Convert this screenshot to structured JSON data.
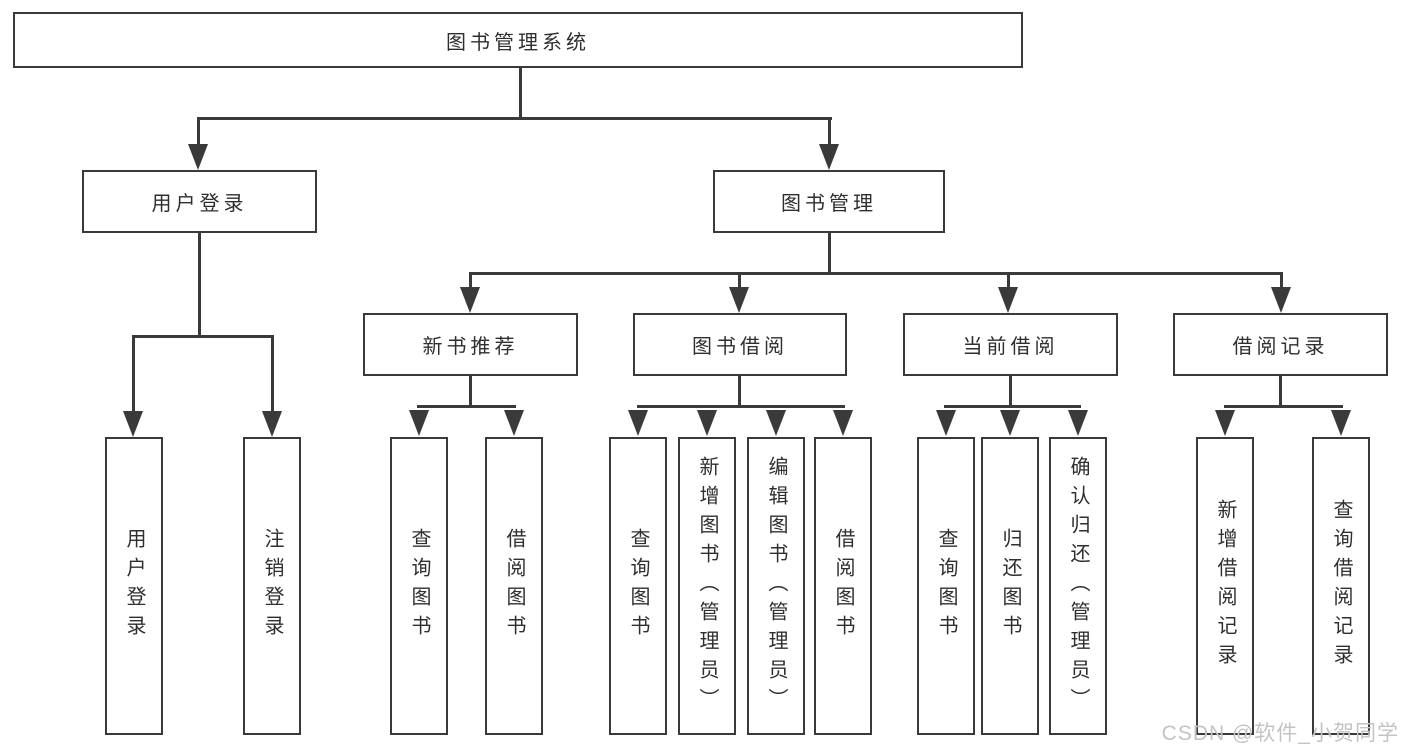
{
  "diagram": {
    "root": {
      "label": "图书管理系统"
    },
    "level2": [
      {
        "label": "用户登录"
      },
      {
        "label": "图书管理"
      }
    ],
    "level3": [
      {
        "label": "新书推荐",
        "parent": "图书管理"
      },
      {
        "label": "图书借阅",
        "parent": "图书管理"
      },
      {
        "label": "当前借阅",
        "parent": "图书管理"
      },
      {
        "label": "借阅记录",
        "parent": "图书管理"
      }
    ],
    "level4": [
      {
        "label": "用户登录",
        "parent": "用户登录"
      },
      {
        "label": "注销登录",
        "parent": "用户登录"
      },
      {
        "label": "查询图书",
        "parent": "新书推荐"
      },
      {
        "label": "借阅图书",
        "parent": "新书推荐"
      },
      {
        "label": "查询图书",
        "parent": "图书借阅"
      },
      {
        "label": "新增图书（管理员）",
        "parent": "图书借阅"
      },
      {
        "label": "编辑图书（管理员）",
        "parent": "图书借阅"
      },
      {
        "label": "借阅图书",
        "parent": "图书借阅"
      },
      {
        "label": "查询图书",
        "parent": "当前借阅"
      },
      {
        "label": "归还图书",
        "parent": "当前借阅"
      },
      {
        "label": "确认归还（管理员）",
        "parent": "当前借阅"
      },
      {
        "label": "新增借阅记录",
        "parent": "借阅记录"
      },
      {
        "label": "查询借阅记录",
        "parent": "借阅记录"
      }
    ],
    "watermark": "CSDN @软件_小贺同学"
  },
  "colors": {
    "line": "#3a3a3a",
    "text": "#2f2f2f",
    "watermark": "#c4c4c4",
    "background": "#ffffff"
  }
}
